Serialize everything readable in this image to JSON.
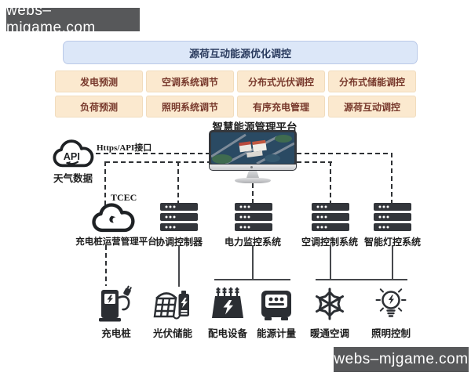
{
  "watermarks": {
    "top": "webs–mjgame.com",
    "bottom": "webs–mjgame.com",
    "bg_color": "#57585a"
  },
  "colors": {
    "optimization_banner_bg": "#dce7f8",
    "optimization_banner_text": "#2a3b5e",
    "module_bg": "#fbe9cf",
    "module_text": "#78392c",
    "line": "#2e3134",
    "icon": "#2b2e33"
  },
  "optimization_banner": {
    "label": "源荷互动能源优化调控"
  },
  "modules": [
    {
      "label": "发电预测"
    },
    {
      "label": "空调系统调节"
    },
    {
      "label": "分布式光伏调控"
    },
    {
      "label": "分布式储能调控"
    },
    {
      "label": "负荷预测"
    },
    {
      "label": "照明系统调节"
    },
    {
      "label": "有序充电管理"
    },
    {
      "label": "源荷互动调控"
    }
  ],
  "platform": {
    "label": "智慧能源管理平台",
    "screen": "campus-aerial-view"
  },
  "links": {
    "api_interface": "Https/API接口",
    "tcec": "TCEC"
  },
  "weather_source": {
    "cloud_text": "API",
    "label": "天气数据",
    "icon": "api-cloud-icon"
  },
  "charging_platform": {
    "label": "充电桩运营管理平台",
    "icon": "cloud-icon"
  },
  "subsystems": [
    {
      "label": "协调控制器",
      "icon": "server-stack-icon"
    },
    {
      "label": "电力监控系统",
      "icon": "server-stack-icon"
    },
    {
      "label": "空调控制系统",
      "icon": "server-stack-icon"
    },
    {
      "label": "智能灯控系统",
      "icon": "server-stack-icon"
    }
  ],
  "devices": [
    {
      "label": "充电桩",
      "icon": "charging-pile-icon"
    },
    {
      "label": "光伏储能",
      "icon": "pv-storage-icon"
    },
    {
      "label": "配电设备",
      "icon": "power-distribution-icon"
    },
    {
      "label": "能源计量",
      "icon": "energy-meter-icon"
    },
    {
      "label": "暖通空调",
      "icon": "hvac-snowflake-icon"
    },
    {
      "label": "照明控制",
      "icon": "light-bulb-icon"
    }
  ]
}
